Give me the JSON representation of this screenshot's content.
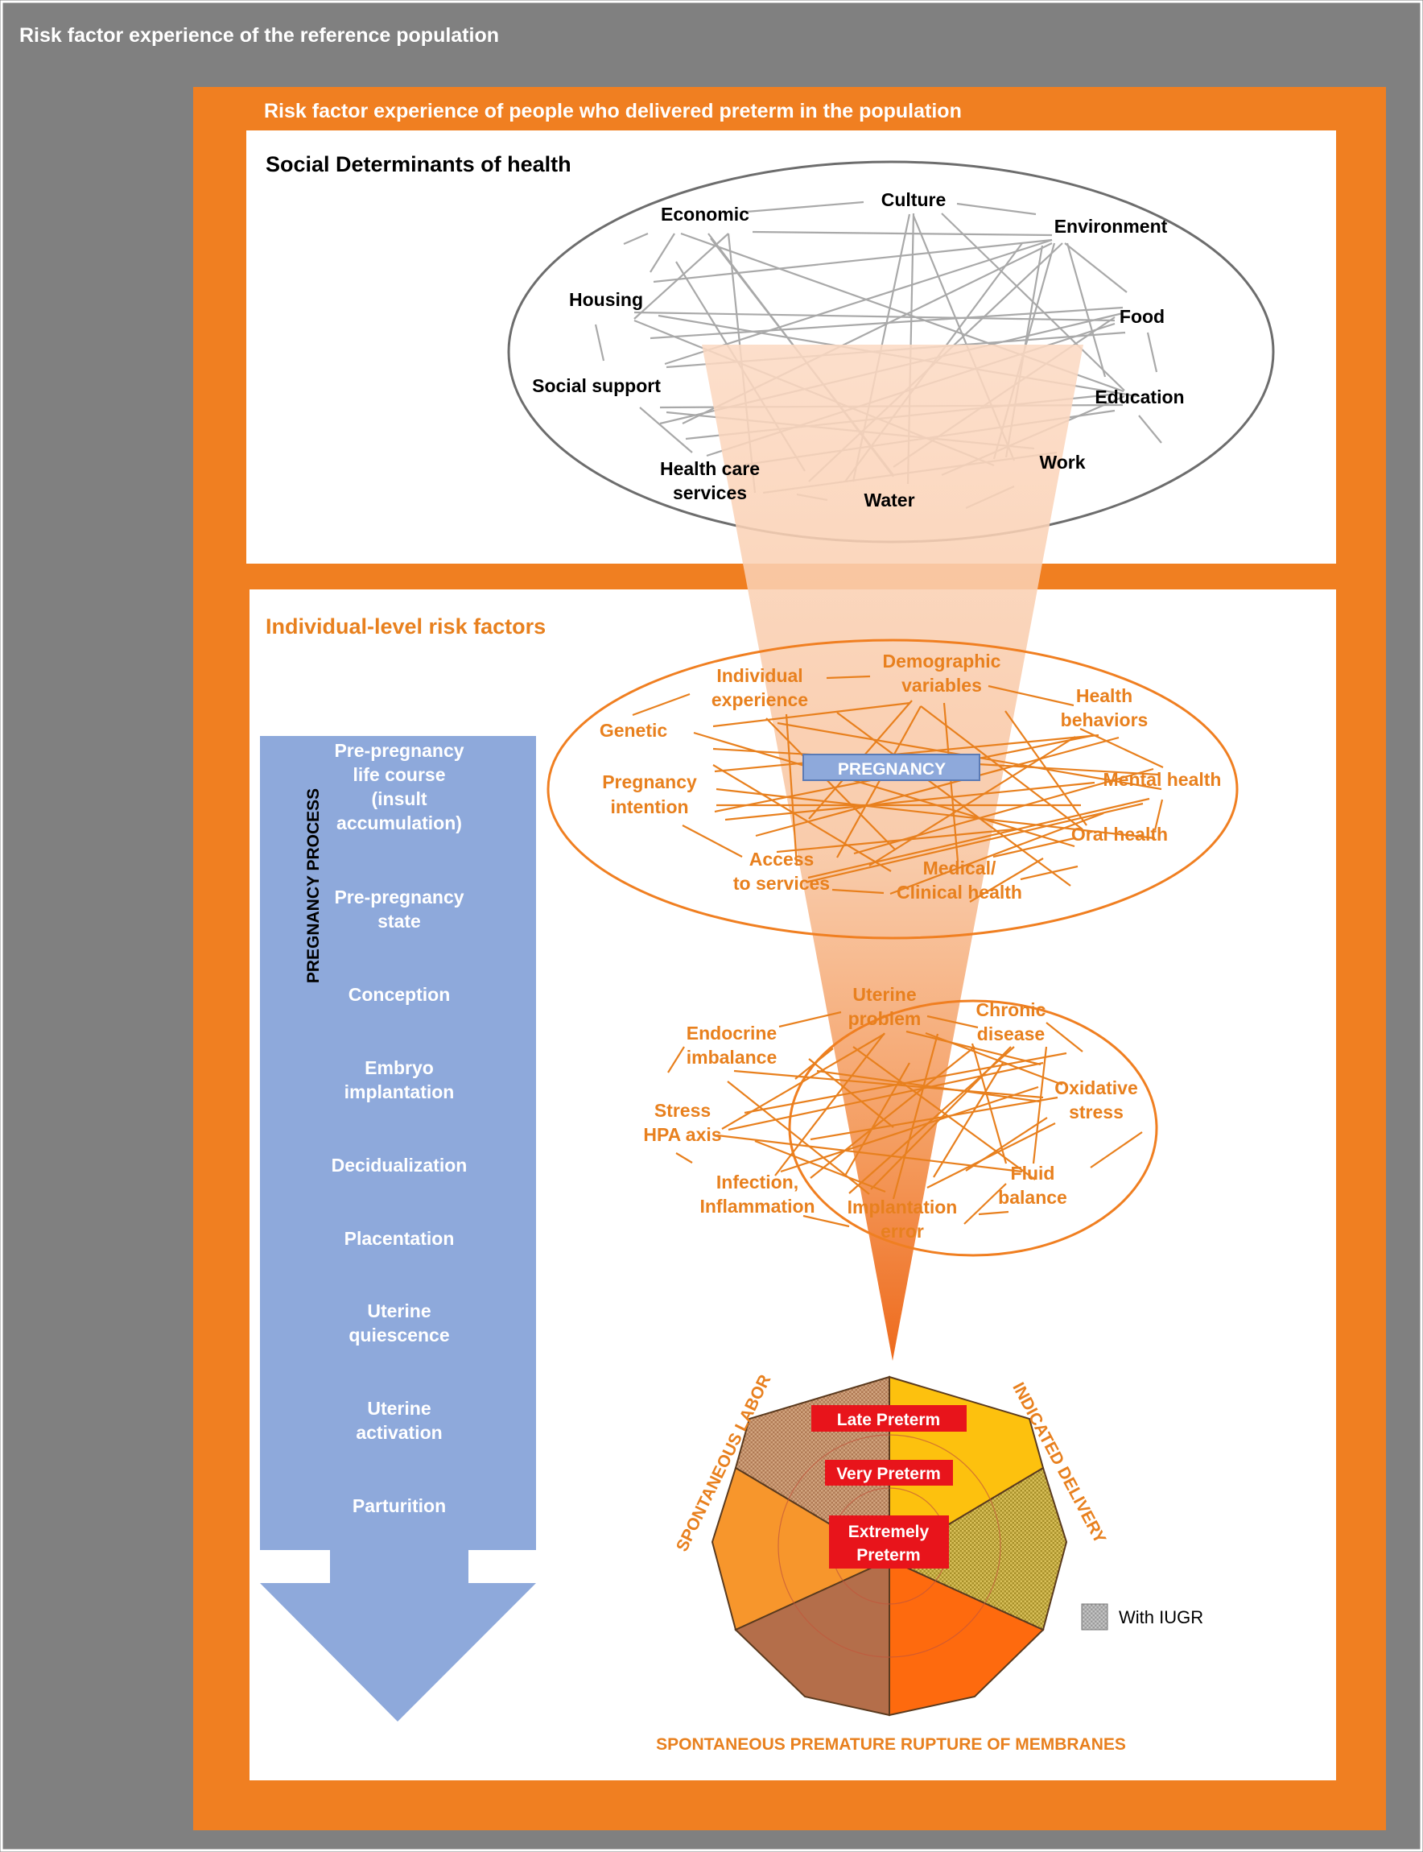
{
  "outer_title": "Risk factor experience of the reference population",
  "preterm_title": "Risk factor experience of people who delivered preterm in the population",
  "sdoh": {
    "title": "Social Determinants of health",
    "nodes": [
      "Economic",
      "Culture",
      "Environment",
      "Housing",
      "Food",
      "Social support",
      "Education",
      "Health care",
      "services",
      "Water",
      "Work"
    ]
  },
  "individual": {
    "title": "Individual-level risk factors",
    "pregnancy_label": "PREGNANCY",
    "nodes": [
      "Demographic",
      "variables",
      "Individual",
      "experience",
      "Health",
      "behaviors",
      "Genetic",
      "Mental health",
      "Pregnancy",
      "intention",
      "Oral health",
      "Access",
      "to services",
      "Medical/",
      "Clinical health"
    ]
  },
  "biological": {
    "nodes": [
      "Uterine",
      "problem",
      "Endocrine",
      "imbalance",
      "Chronic",
      "disease",
      "Oxidative",
      "stress",
      "Stress",
      "HPA axis",
      "Fluid",
      "balance",
      "Infection,",
      "Inflammation",
      "Implantation",
      "error"
    ]
  },
  "process": {
    "title": "PREGNANCY PROCESS",
    "steps": [
      "Pre-pregnancy",
      "life course",
      "(insult",
      "accumulation)",
      "Pre-pregnancy",
      "state",
      "Conception",
      "Embryo",
      "implantation",
      "Decidualization",
      "Placentation",
      "Uterine",
      "quiescence",
      "Uterine",
      "activation",
      "Parturition"
    ]
  },
  "outcomes": {
    "late": "Late Preterm",
    "very": "Very Preterm",
    "extreme_1": "Extremely",
    "extreme_2": "Preterm",
    "spontaneous_labor": "SPONTANEOUS LABOR",
    "indicated_delivery": "INDICATED DELIVERY",
    "prom": "SPONTANEOUS PREMATURE RUPTURE OF MEMBRANES",
    "legend": "With IUGR"
  },
  "colors": {
    "grey_frame": "#808080",
    "orange_frame": "#F07F21",
    "orange_text": "#E8801E",
    "blue_arrow": "#8EA9DB",
    "red_label": "#E8141B"
  }
}
